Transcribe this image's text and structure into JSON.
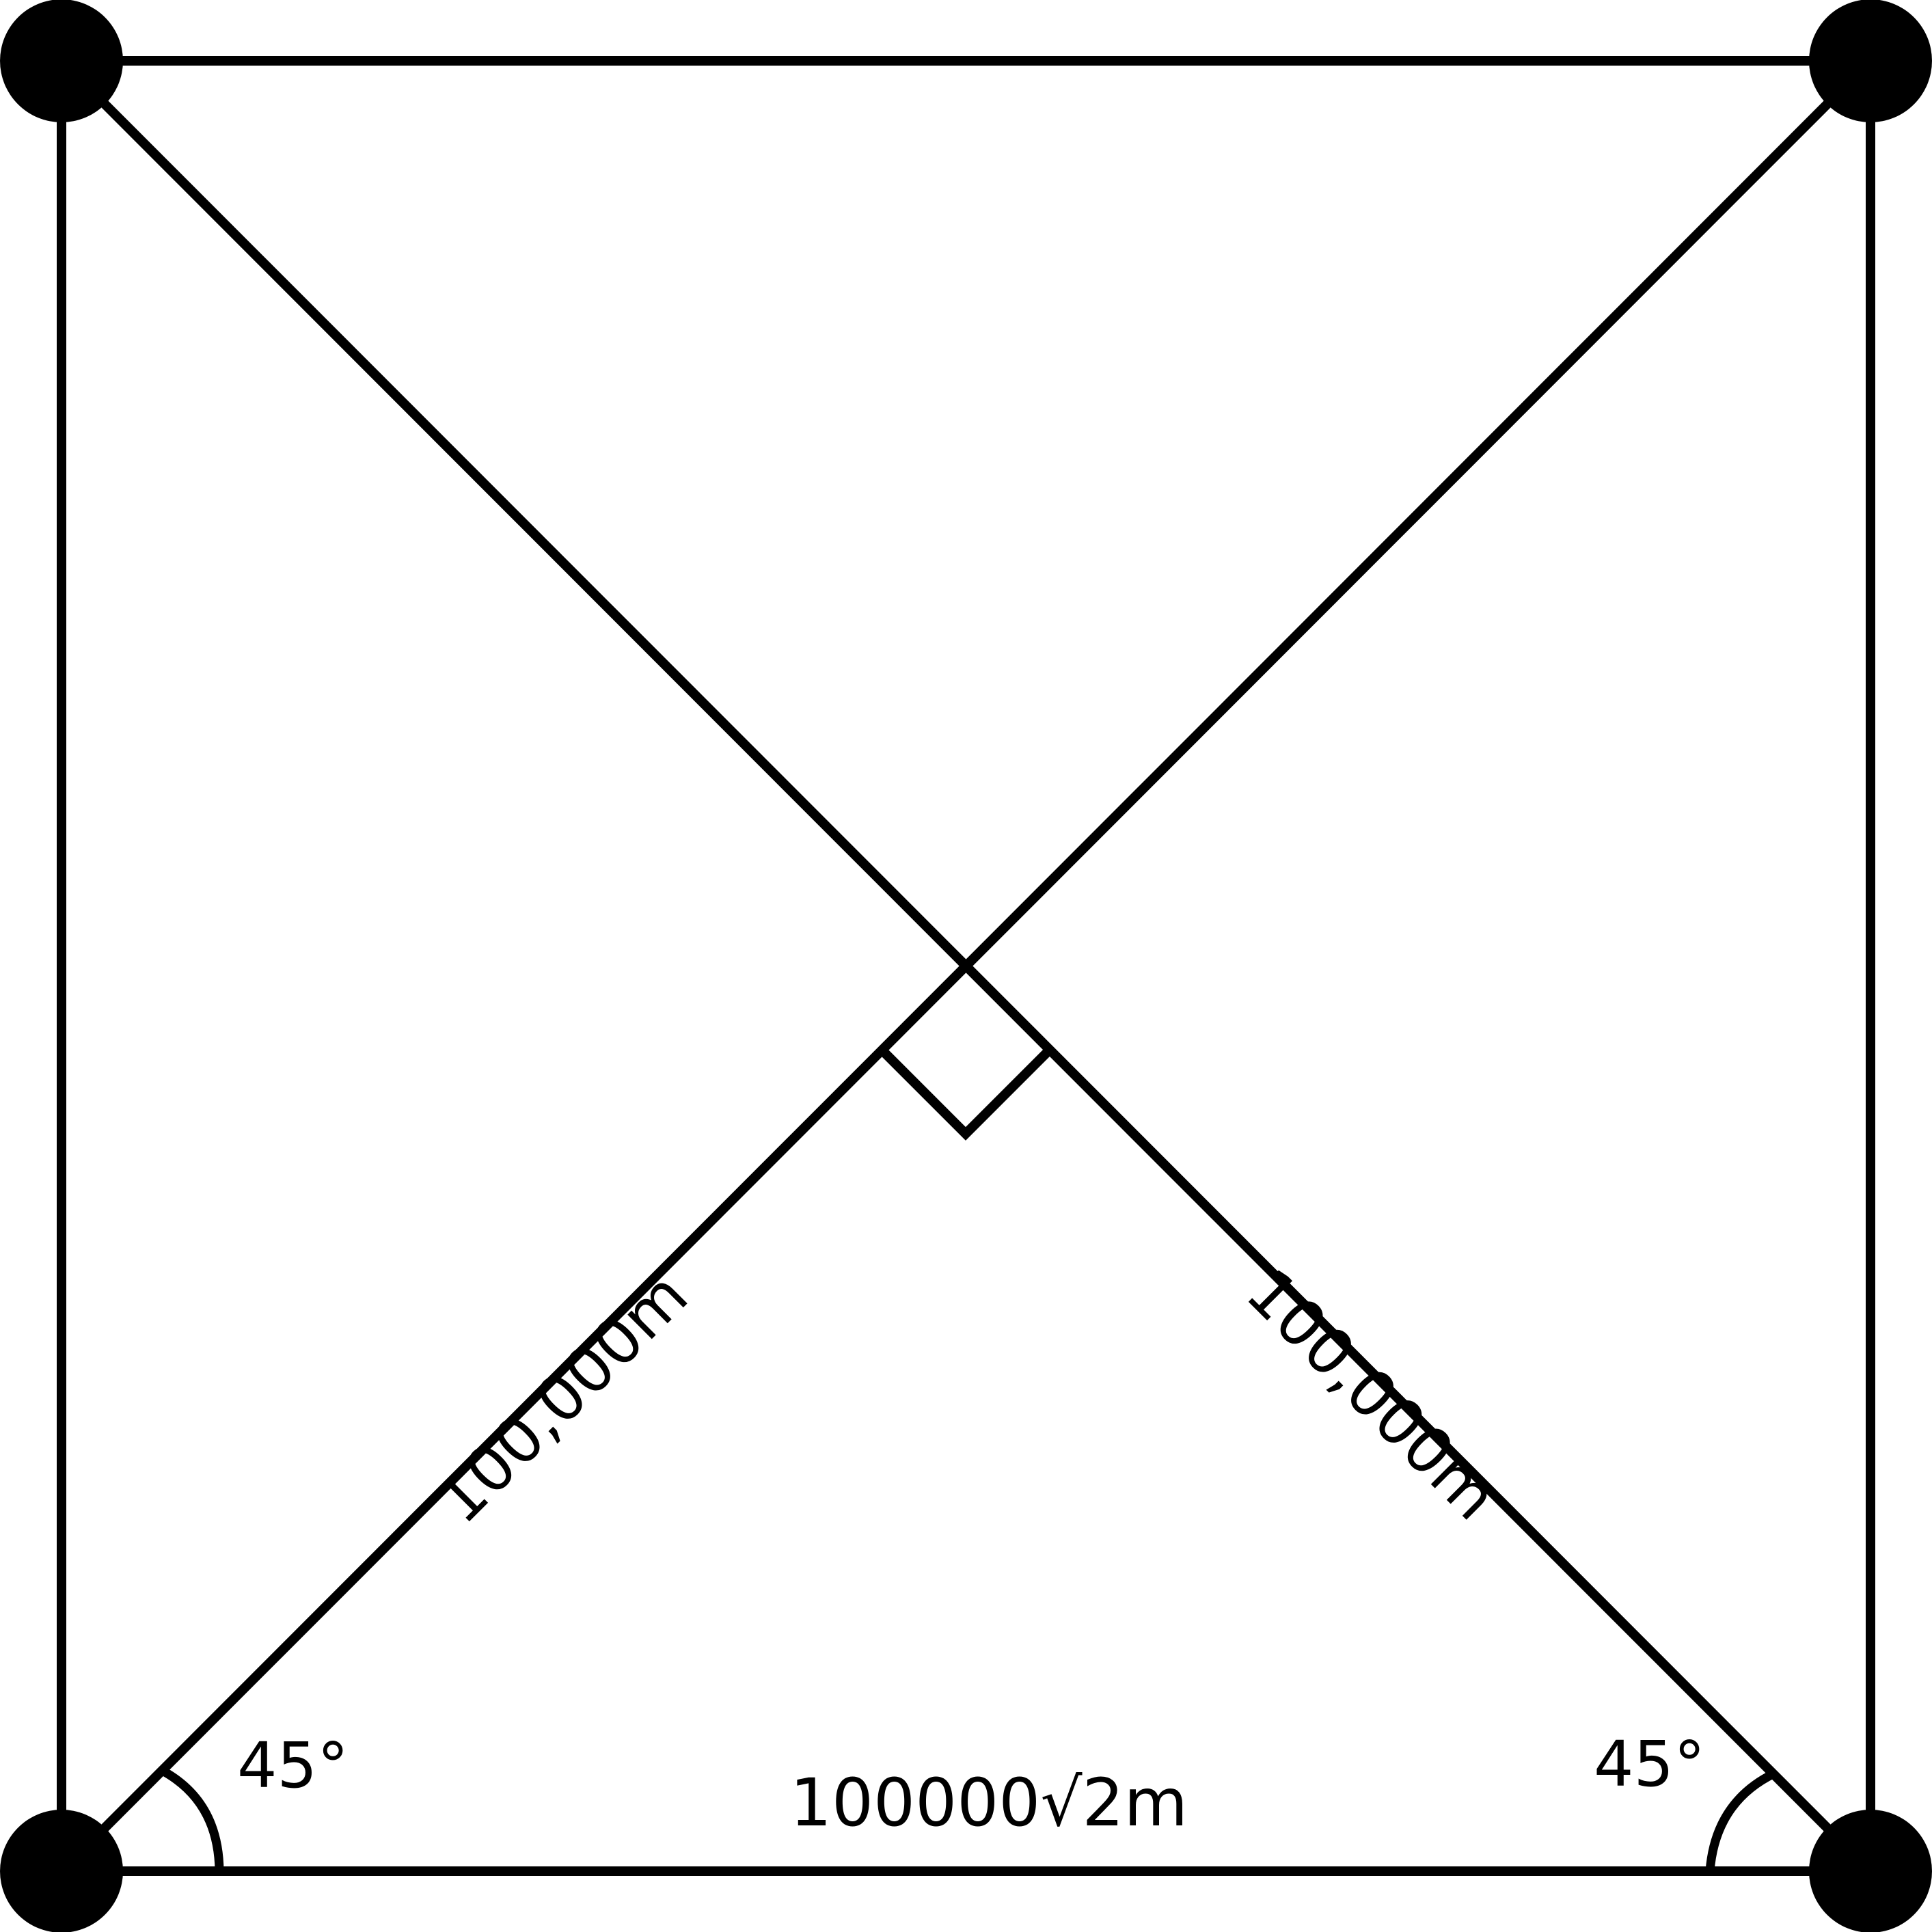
{
  "labels": {
    "diagonal_left_length": "100,000m",
    "diagonal_right_length": "100,000m",
    "base_length": "100000√2m",
    "angle_left": "45°",
    "angle_right": "45°"
  },
  "colors": {
    "stroke": "#000000",
    "background": "#ffffff"
  }
}
